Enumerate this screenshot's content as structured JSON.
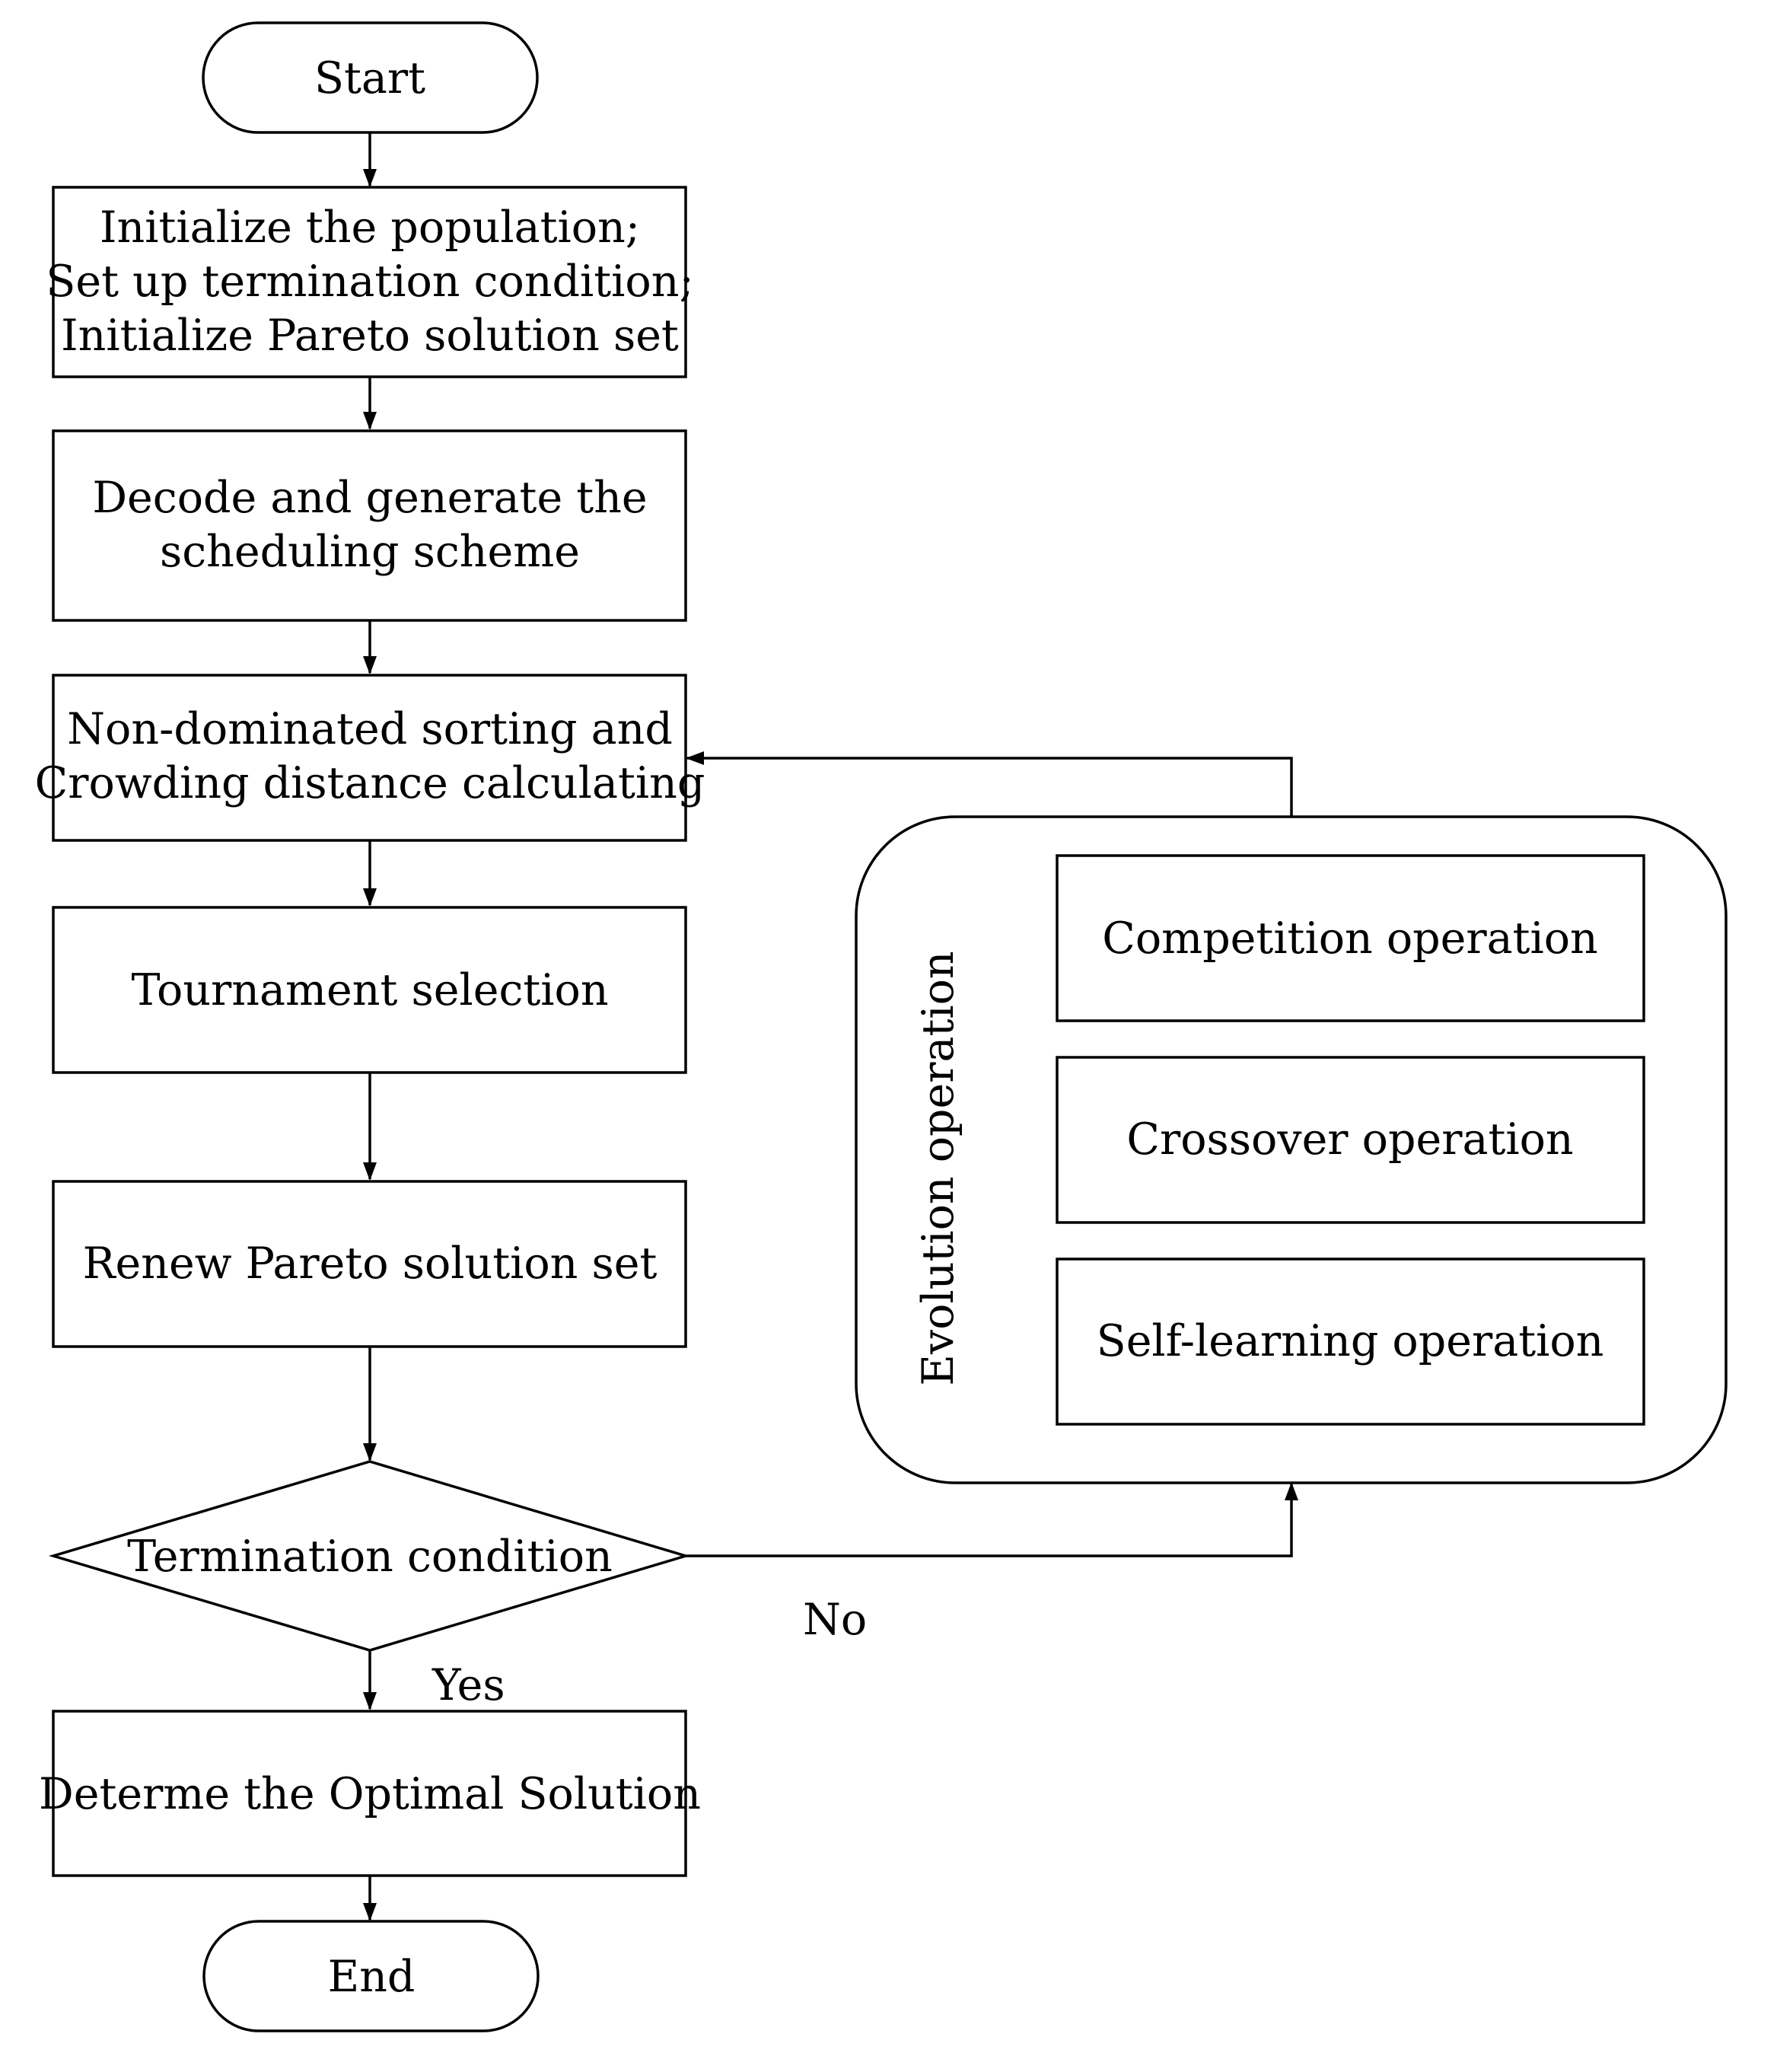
{
  "diagram": {
    "start": "Start",
    "init": {
      "line1": "Initialize the population;",
      "line2": "Set up termination condition;",
      "line3": "Initialize Pareto solution set"
    },
    "decode": {
      "line1": "Decode and generate the",
      "line2": "scheduling scheme"
    },
    "sorting": {
      "line1": "Non-dominated sorting and",
      "line2": "Crowding distance calculating"
    },
    "tournament": "Tournament selection",
    "renew": "Renew Pareto solution set",
    "termination": "Termination condition",
    "yes_label": "Yes",
    "no_label": "No",
    "determine": "Determe the Optimal Solution",
    "end": "End",
    "evolution": {
      "title": "Evolution operation",
      "competition": "Competition operation",
      "crossover": "Crossover operation",
      "self_learning": "Self-learning operation"
    }
  }
}
